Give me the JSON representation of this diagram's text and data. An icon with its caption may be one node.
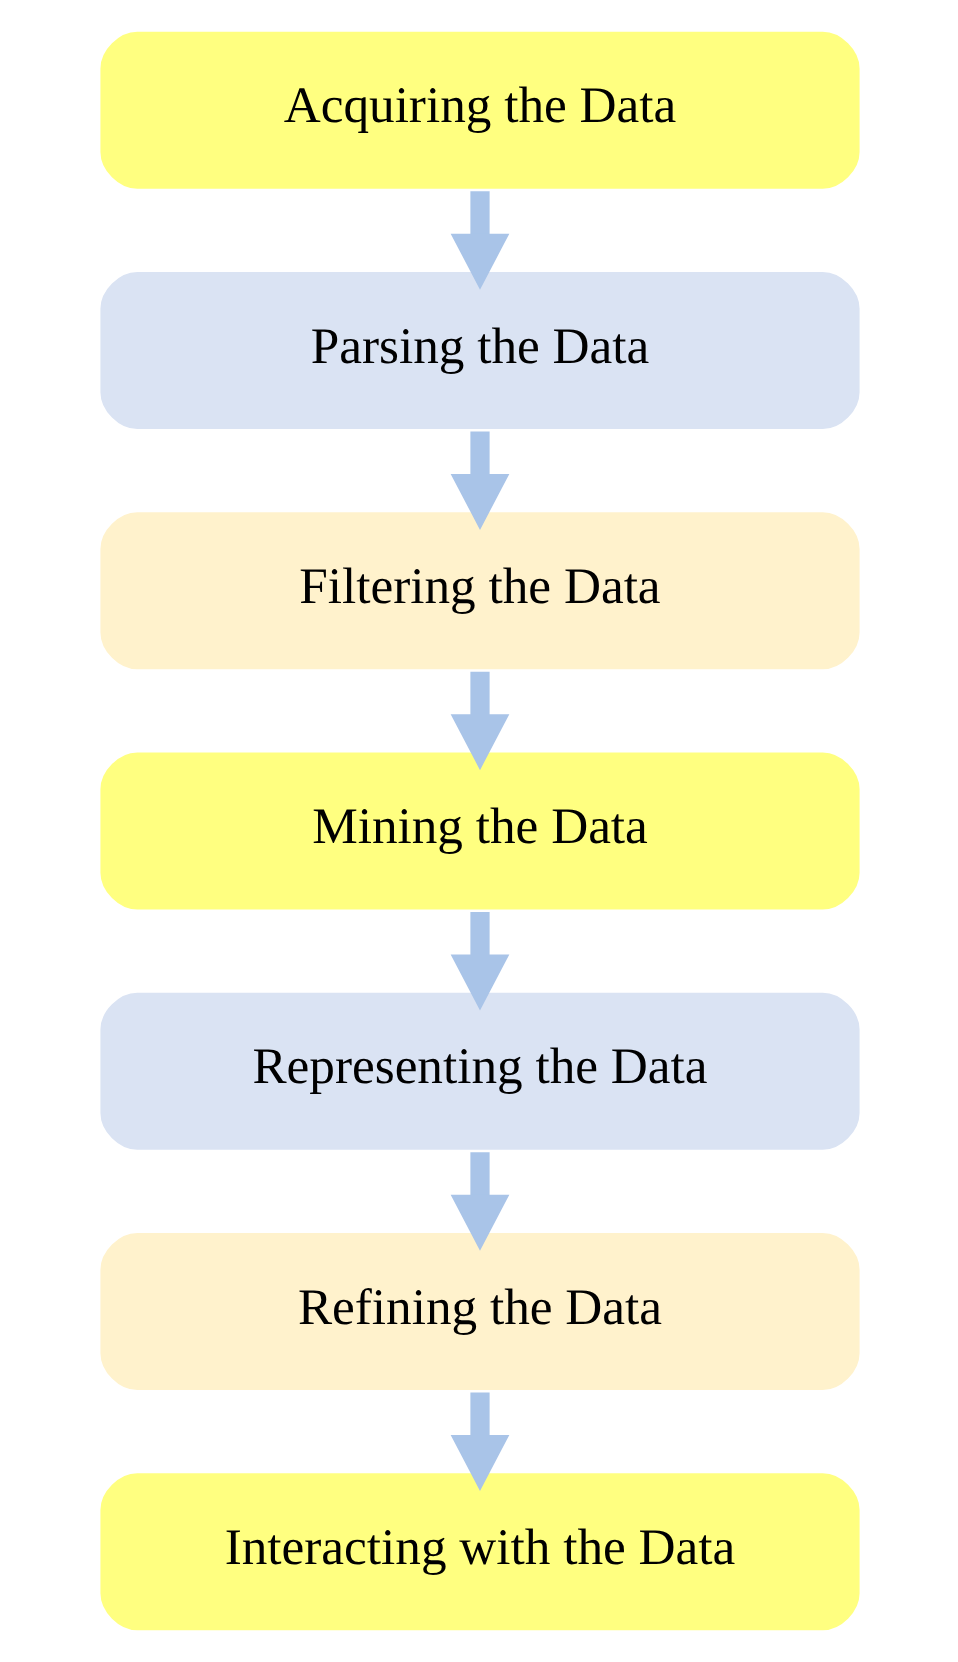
{
  "diagram": {
    "nodes": [
      {
        "text": [
          "Acquiring the Data"
        ]
      },
      {
        "text": [
          "Parsing the Data"
        ]
      },
      {
        "text": [
          "Filtering the Data"
        ]
      },
      {
        "text": [
          "Mining the Data"
        ]
      },
      {
        "text": [
          "Representing the Data"
        ]
      },
      {
        "text": [
          "Refining the Data"
        ]
      },
      {
        "text": [
          "Interacting with the Data"
        ]
      }
    ],
    "edges": [
      {
        "from": 0,
        "to": 1,
        "arrow": "to"
      },
      {
        "from": 1,
        "to": 2,
        "arrow": "to"
      },
      {
        "from": 2,
        "to": 3,
        "arrow": "to"
      },
      {
        "from": 3,
        "to": 4,
        "arrow": "to"
      },
      {
        "from": 4,
        "to": 5,
        "arrow": "to"
      },
      {
        "from": 5,
        "to": 6,
        "arrow": "to"
      }
    ]
  }
}
